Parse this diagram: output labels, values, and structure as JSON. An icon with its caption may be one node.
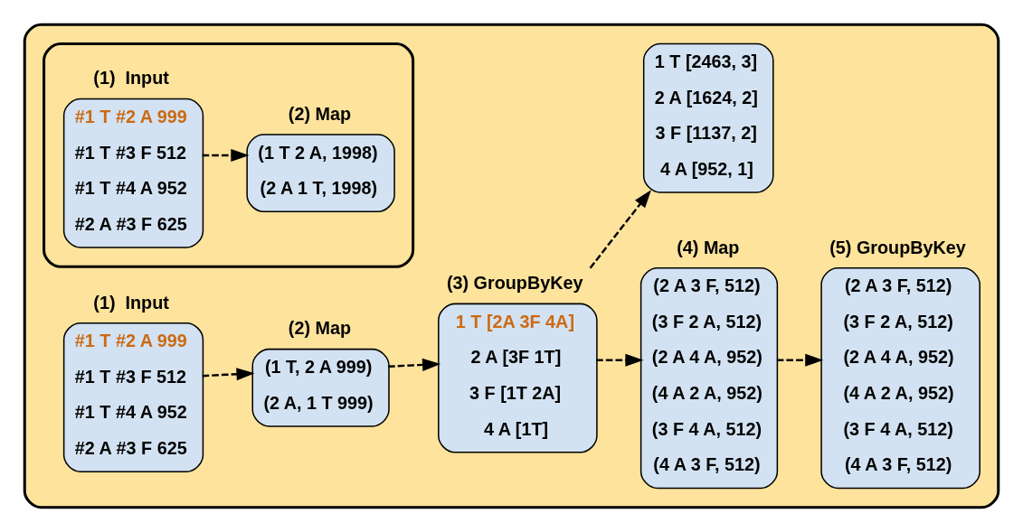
{
  "diagram": {
    "nodes": [
      {
        "text": [],
        "shape": "box"
      },
      {
        "text": [
          "(1)  Input",
          "#1 T #2 A 999",
          "#1 T #3 F 512",
          "#1 T #4 A 952",
          "#2 A #3 F 625"
        ],
        "in": 0
      },
      {
        "text": [
          "(2) Map",
          "(1 T, 2 A 999)",
          "(2 A, 1 T 999)"
        ],
        "in": 0
      },
      {
        "text": [
          "(3) GroupByKey",
          "1 T [2A 3F 4A]",
          "2 A [3F 1T]",
          "3 F [1T 2A]",
          "4 A [1T]"
        ],
        "in": 0
      },
      {
        "text": [
          "(4) Map",
          "(2 A 3 F, 512)",
          "(3 F 2 A, 512)",
          "(2 A 4 A, 952)",
          "(4 A 2 A, 952)",
          "(3 F 4 A, 512)",
          "(4 A 3 F, 512)"
        ],
        "in": 0
      },
      {
        "text": [
          "(5) GroupByKey",
          "(2 A 3 F, 512)",
          "(3 F 2 A, 512)",
          "(2 A 4 A, 952)",
          "(4 A 2 A, 952)",
          "(3 F 4 A, 512)",
          "(4 A 3 F, 512)"
        ],
        "in": 0
      },
      {
        "text": [],
        "shape": "box",
        "in": 0
      },
      {
        "text": [
          "(1)  Input",
          "#1 T #2 A 999",
          "#1 T #3 F 512",
          "#1 T #4 A 952",
          "#2 A #3 F 625"
        ],
        "in": 6
      },
      {
        "text": [
          "(2) Map",
          "(1 T 2 A, 1998)",
          "(2 A 1 T, 1998)"
        ],
        "in": 6
      },
      {
        "text": [
          "1 T [2463, 3]",
          "2 A [1624, 2]",
          "3 F [1137, 2]",
          "4 A [952, 1]"
        ],
        "in": 0
      }
    ],
    "edges": [
      {
        "from": 1,
        "to": 2,
        "arrow": "to",
        "style": "dashed"
      },
      {
        "from": 2,
        "to": 3,
        "arrow": "to",
        "style": "dashed"
      },
      {
        "from": 3,
        "to": 4,
        "arrow": "to",
        "style": "dashed"
      },
      {
        "from": 4,
        "to": 5,
        "arrow": "to",
        "style": "dashed"
      },
      {
        "from": 3,
        "to": 9,
        "arrow": "to",
        "style": "dashed"
      },
      {
        "from": 7,
        "to": 8,
        "arrow": "to",
        "style": "dashed"
      }
    ]
  }
}
